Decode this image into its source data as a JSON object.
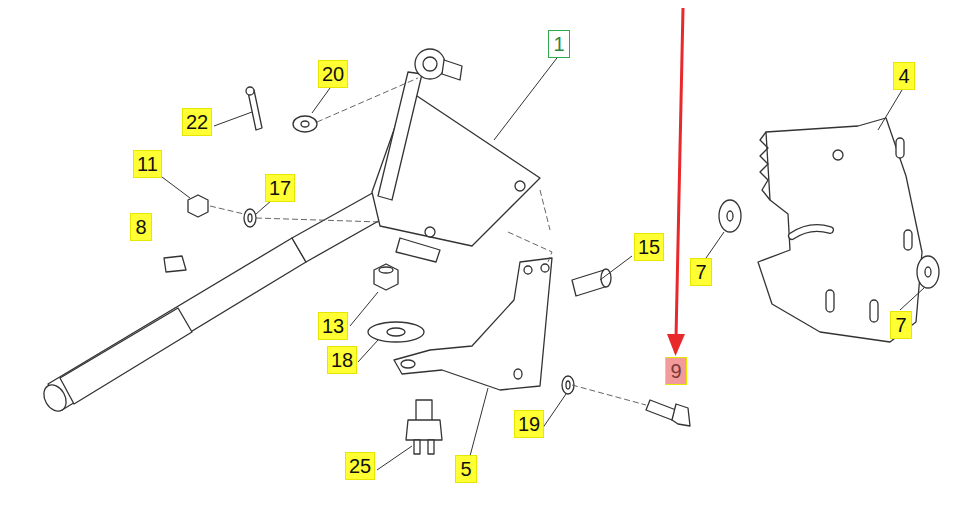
{
  "diagram": {
    "labels": [
      "1",
      "20",
      "22",
      "11",
      "17",
      "8",
      "13",
      "18",
      "15",
      "7",
      "4",
      "7",
      "9",
      "19",
      "25",
      "5"
    ]
  }
}
